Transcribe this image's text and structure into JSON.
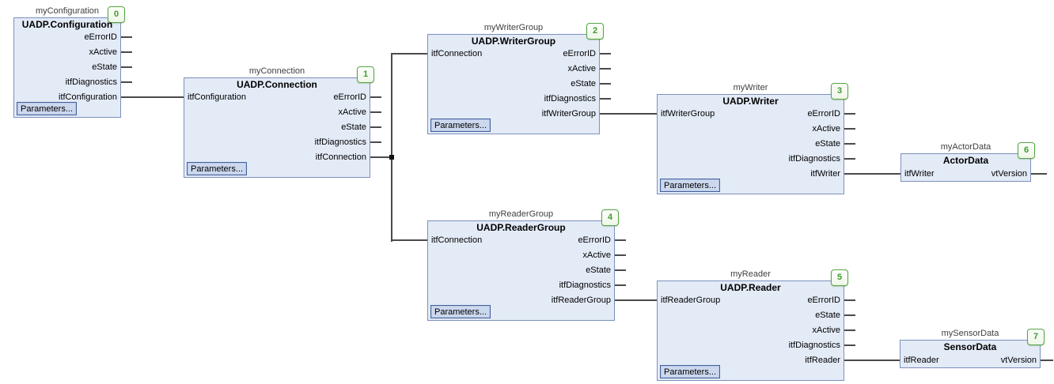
{
  "colors": {
    "block_fill": "#e3ebf7",
    "block_border": "#7b90bd",
    "badge_border": "#54a444",
    "badge_text": "#3f9a32",
    "badge_fill": "#eff8e7",
    "button_fill": "#ccd8ee",
    "button_border": "#44619b",
    "wire": "#4a4a4a",
    "instance_text": "#3f3f3f",
    "pin_text": "#000000"
  },
  "blocks": [
    {
      "order": "0",
      "instance": "myConfiguration",
      "title": "UADP.Configuration",
      "inputs": [],
      "outputs": [
        "eErrorID",
        "xActive",
        "eState",
        "itfDiagnostics",
        "itfConfiguration"
      ],
      "button": "Parameters..."
    },
    {
      "order": "1",
      "instance": "myConnection",
      "title": "UADP.Connection",
      "inputs": [
        "itfConfiguration"
      ],
      "outputs": [
        "eErrorID",
        "xActive",
        "eState",
        "itfDiagnostics",
        "itfConnection"
      ],
      "button": "Parameters..."
    },
    {
      "order": "2",
      "instance": "myWriterGroup",
      "title": "UADP.WriterGroup",
      "inputs": [
        "itfConnection"
      ],
      "outputs": [
        "eErrorID",
        "xActive",
        "eState",
        "itfDiagnostics",
        "itfWriterGroup"
      ],
      "button": "Parameters..."
    },
    {
      "order": "3",
      "instance": "myWriter",
      "title": "UADP.Writer",
      "inputs": [
        "itfWriterGroup"
      ],
      "outputs": [
        "eErrorID",
        "xActive",
        "eState",
        "itfDiagnostics",
        "itfWriter"
      ],
      "button": "Parameters..."
    },
    {
      "order": "4",
      "instance": "myReaderGroup",
      "title": "UADP.ReaderGroup",
      "inputs": [
        "itfConnection"
      ],
      "outputs": [
        "eErrorID",
        "xActive",
        "eState",
        "itfDiagnostics",
        "itfReaderGroup"
      ],
      "button": "Parameters..."
    },
    {
      "order": "5",
      "instance": "myReader",
      "title": "UADP.Reader",
      "inputs": [
        "itfReaderGroup"
      ],
      "outputs": [
        "eErrorID",
        "eState",
        "xActive",
        "itfDiagnostics",
        "itfReader"
      ],
      "button": "Parameters..."
    },
    {
      "order": "6",
      "instance": "myActorData",
      "title": "ActorData",
      "inputs": [
        "itfWriter"
      ],
      "outputs": [
        "vtVersion"
      ]
    },
    {
      "order": "7",
      "instance": "mySensorData",
      "title": "SensorData",
      "inputs": [
        "itfReader"
      ],
      "outputs": [
        "vtVersion"
      ]
    }
  ],
  "connections": [
    {
      "from": "myConfiguration.itfConfiguration",
      "to": "myConnection.itfConfiguration"
    },
    {
      "from": "myConnection.itfConnection",
      "to": "myWriterGroup.itfConnection"
    },
    {
      "from": "myConnection.itfConnection",
      "to": "myReaderGroup.itfConnection"
    },
    {
      "from": "myWriterGroup.itfWriterGroup",
      "to": "myWriter.itfWriterGroup"
    },
    {
      "from": "myWriter.itfWriter",
      "to": "myActorData.itfWriter"
    },
    {
      "from": "myReaderGroup.itfReaderGroup",
      "to": "myReader.itfReaderGroup"
    },
    {
      "from": "myReader.itfReader",
      "to": "mySensorData.itfReader"
    }
  ]
}
